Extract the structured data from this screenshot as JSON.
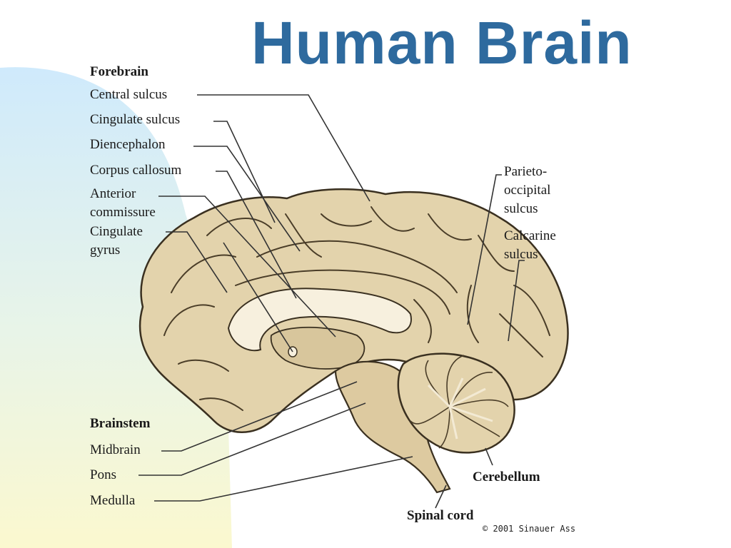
{
  "title": "Human Brain",
  "labels": {
    "forebrain": "Forebrain",
    "central_sulcus": "Central sulcus",
    "cingulate_sulcus": "Cingulate sulcus",
    "diencephalon": "Diencephalon",
    "corpus_callosum": "Corpus callosum",
    "anterior_commissure": [
      "Anterior",
      "commissure"
    ],
    "cingulate_gyrus": [
      "Cingulate",
      "gyrus"
    ],
    "parieto_occipital_sulcus": [
      "Parieto-",
      "occipital",
      "sulcus"
    ],
    "calcarine_sulcus": [
      "Calcarine",
      "sulcus"
    ],
    "brainstem": "Brainstem",
    "midbrain": "Midbrain",
    "pons": "Pons",
    "medulla": "Medulla",
    "cerebellum": "Cerebellum",
    "spinal_cord": "Spinal cord"
  },
  "copyright": "© 2001 Sinauer Ass",
  "colors": {
    "title": "#2e6a9e",
    "brain_fill": "#e3d3ac",
    "brain_outline": "#3a3020",
    "leader_line": "#333333",
    "bg_blue": "#cfeafc",
    "bg_yellow": "#fbf8cf"
  }
}
